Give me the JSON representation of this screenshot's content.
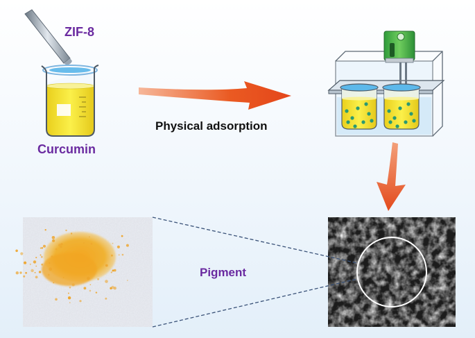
{
  "labels": {
    "zif8": "ZIF-8",
    "curcumin": "Curcumin",
    "process": "Physical adsorption",
    "pigment": "Pigment"
  },
  "colors": {
    "label_purple": "#6a2aa0",
    "arrow_orange": "#e8501c",
    "liquid_yellow": "#f3e332",
    "particle_green": "#2a9a72",
    "device_green": "#46b54a"
  },
  "icons": [
    "glass-rod-icon",
    "beaker-icon",
    "water-bath-shaker-icon",
    "pigment-powder-photo",
    "sem-image",
    "zoom-circle"
  ]
}
